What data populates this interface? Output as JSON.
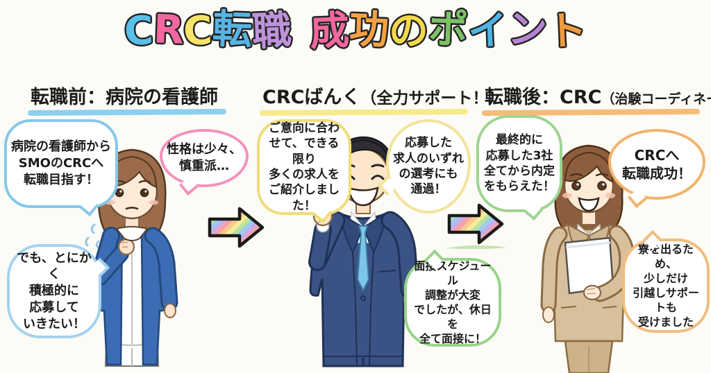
{
  "title": {
    "text": "CRC転職 成功のポイント",
    "letters": [
      {
        "ch": "C",
        "color": "#58bfe8"
      },
      {
        "ch": "R",
        "color": "#f2679f"
      },
      {
        "ch": "C",
        "color": "#f6e468"
      },
      {
        "ch": "転",
        "color": "#58b4e4"
      },
      {
        "ch": "職",
        "color": "#bd93da"
      },
      {
        "ch": " ",
        "color": ""
      },
      {
        "ch": "成",
        "color": "#f2679f"
      },
      {
        "ch": "功",
        "color": "#f5a143"
      },
      {
        "ch": "の",
        "color": "#f3d84d"
      },
      {
        "ch": "ポ",
        "color": "#7cc167"
      },
      {
        "ch": "イ",
        "color": "#50b4e4"
      },
      {
        "ch": "ン",
        "color": "#b583d2"
      },
      {
        "ch": "ト",
        "color": "#f09a41"
      }
    ]
  },
  "sections": {
    "before": {
      "heading": "転職前：病院の看護師",
      "underline_color": "#7ecbee",
      "bubbles": [
        {
          "label": "nurse-goal",
          "text": "病院の看護師から\nSMOのCRCへ\n転職目指す！",
          "border_color": "#86c8ea"
        },
        {
          "label": "personality",
          "text": "性格は少々、\n慎重派…",
          "border_color": "#f491bc"
        },
        {
          "label": "attitude",
          "text": "でも、とにかく\n積極的に\n応募して\nいきたい！",
          "border_color": "#a5d2ef"
        }
      ]
    },
    "agency": {
      "heading_main": "CRCばんく",
      "heading_sub": "（全力サポート！）",
      "underline_color": "#f6e87e",
      "bubbles": [
        {
          "label": "introductions",
          "text": "ご意向に合わ\nせて、できる限り\n多くの求人を\nご紹介しました！",
          "border_color": "#f0dc7a"
        },
        {
          "label": "screening-pass",
          "text": "応募した\n求人のいずれ\nの選考にも\n通過！",
          "border_color": "#f2e39b"
        },
        {
          "label": "schedule",
          "text": "面接スケジュール\n調整が大変\nでしたが、休日を\n全て面接に！",
          "border_color": "#98d488"
        }
      ]
    },
    "after": {
      "heading_main": "転職後：CRC",
      "heading_sub": "（治験コーディネーター）",
      "underline_color": "#f5b469",
      "bubbles": [
        {
          "label": "offers",
          "text": "最終的に\n応募した3社\n全てから内定\nをもらえた！",
          "border_color": "#9ed492"
        },
        {
          "label": "success",
          "text": "CRCへ\n転職成功！",
          "border_color": "#f2b36b"
        },
        {
          "label": "moving-support",
          "text": "寮を出るため、\n少しだけ\n引越しサポートも\n受けました",
          "border_color": "#f0bd7d"
        }
      ]
    }
  },
  "arrow": {
    "stripe_colors": [
      "#f6a3a3",
      "#f8c98e",
      "#f7ec9b",
      "#b9e49b",
      "#9cccf0",
      "#caade6"
    ],
    "outline_color": "#1a1a1a"
  }
}
